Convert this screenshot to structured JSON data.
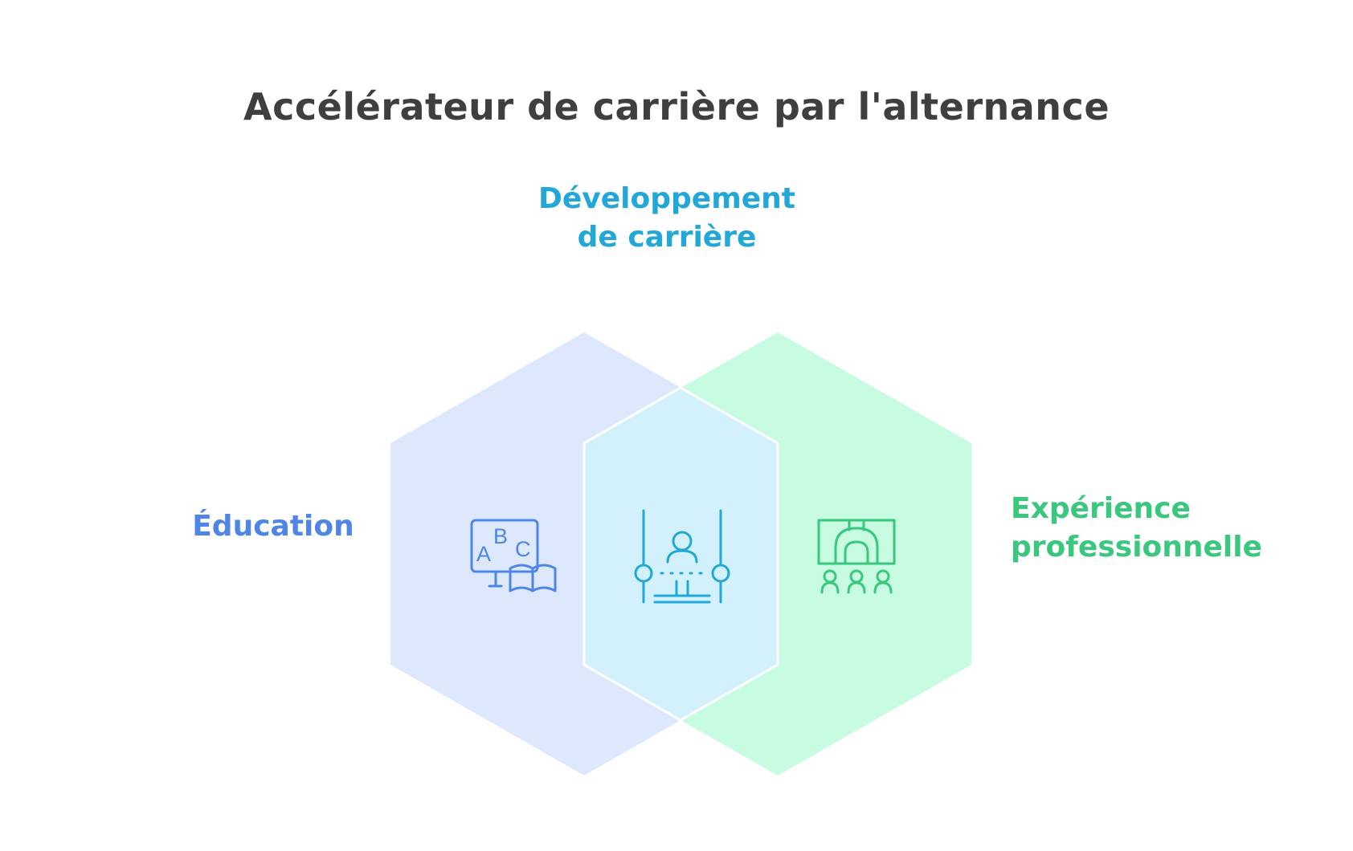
{
  "title": "Accélérateur de carrière par l'alternance",
  "labels": {
    "center_line1": "Développement",
    "center_line2": "de carrière",
    "left": "Éducation",
    "right_line1": "Expérience",
    "right_line2": "professionnelle"
  },
  "abc_icon": {
    "a": "A",
    "b": "B",
    "c": "C"
  },
  "icons": {
    "left": "abc-book-icon",
    "center": "person-on-swing-icon",
    "right": "classroom-audience-icon"
  },
  "colors": {
    "title": "#3f3f3f",
    "education": "#4f86e6",
    "development": "#22a8d8",
    "experience": "#3ac77e",
    "hex_left_fill": "#dde8fd",
    "hex_right_fill": "#c7fbe2",
    "hex_center_fill": "#d2f1fc"
  }
}
